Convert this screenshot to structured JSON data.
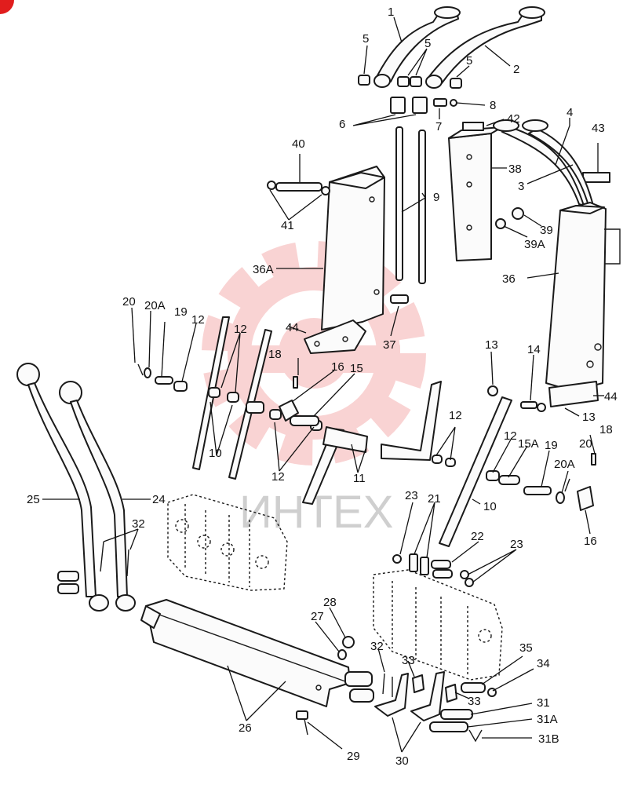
{
  "watermark": {
    "text": "ИНТЕХ",
    "color": "#f2a0a0"
  },
  "corner_badge_color": "#e11d1d",
  "callouts": [
    {
      "id": "c1",
      "text": "1"
    },
    {
      "id": "c2",
      "text": "2"
    },
    {
      "id": "c3",
      "text": "3"
    },
    {
      "id": "c4",
      "text": "4"
    },
    {
      "id": "c5a",
      "text": "5"
    },
    {
      "id": "c5b",
      "text": "5"
    },
    {
      "id": "c5c",
      "text": "5"
    },
    {
      "id": "c6",
      "text": "6"
    },
    {
      "id": "c7",
      "text": "7"
    },
    {
      "id": "c8",
      "text": "8"
    },
    {
      "id": "c9",
      "text": "9"
    },
    {
      "id": "c10a",
      "text": "10"
    },
    {
      "id": "c10b",
      "text": "10"
    },
    {
      "id": "c11",
      "text": "11"
    },
    {
      "id": "c12a",
      "text": "12"
    },
    {
      "id": "c12b",
      "text": "12"
    },
    {
      "id": "c12c",
      "text": "12"
    },
    {
      "id": "c12d",
      "text": "12"
    },
    {
      "id": "c12e",
      "text": "12"
    },
    {
      "id": "c13a",
      "text": "13"
    },
    {
      "id": "c13b",
      "text": "13"
    },
    {
      "id": "c14",
      "text": "14"
    },
    {
      "id": "c15",
      "text": "15"
    },
    {
      "id": "c15a",
      "text": "15A"
    },
    {
      "id": "c16a",
      "text": "16"
    },
    {
      "id": "c16b",
      "text": "16"
    },
    {
      "id": "c18a",
      "text": "18"
    },
    {
      "id": "c18b",
      "text": "18"
    },
    {
      "id": "c19a",
      "text": "19"
    },
    {
      "id": "c19b",
      "text": "19"
    },
    {
      "id": "c20a",
      "text": "20"
    },
    {
      "id": "c20b",
      "text": "20"
    },
    {
      "id": "c20aa",
      "text": "20A"
    },
    {
      "id": "c20ab",
      "text": "20A"
    },
    {
      "id": "c21",
      "text": "21"
    },
    {
      "id": "c22",
      "text": "22"
    },
    {
      "id": "c23a",
      "text": "23"
    },
    {
      "id": "c23b",
      "text": "23"
    },
    {
      "id": "c24",
      "text": "24"
    },
    {
      "id": "c25",
      "text": "25"
    },
    {
      "id": "c26",
      "text": "26"
    },
    {
      "id": "c27",
      "text": "27"
    },
    {
      "id": "c28",
      "text": "28"
    },
    {
      "id": "c29",
      "text": "29"
    },
    {
      "id": "c30",
      "text": "30"
    },
    {
      "id": "c31",
      "text": "31"
    },
    {
      "id": "c31a",
      "text": "31A"
    },
    {
      "id": "c31b",
      "text": "31B"
    },
    {
      "id": "c32a",
      "text": "32"
    },
    {
      "id": "c32b",
      "text": "32"
    },
    {
      "id": "c33a",
      "text": "33"
    },
    {
      "id": "c33b",
      "text": "33"
    },
    {
      "id": "c34",
      "text": "34"
    },
    {
      "id": "c35",
      "text": "35"
    },
    {
      "id": "c36",
      "text": "36"
    },
    {
      "id": "c36a",
      "text": "36A"
    },
    {
      "id": "c37",
      "text": "37"
    },
    {
      "id": "c38",
      "text": "38"
    },
    {
      "id": "c39",
      "text": "39"
    },
    {
      "id": "c39a",
      "text": "39A"
    },
    {
      "id": "c40",
      "text": "40"
    },
    {
      "id": "c41",
      "text": "41"
    },
    {
      "id": "c42",
      "text": "42"
    },
    {
      "id": "c43",
      "text": "43"
    },
    {
      "id": "c44a",
      "text": "44"
    },
    {
      "id": "c44b",
      "text": "44"
    }
  ]
}
